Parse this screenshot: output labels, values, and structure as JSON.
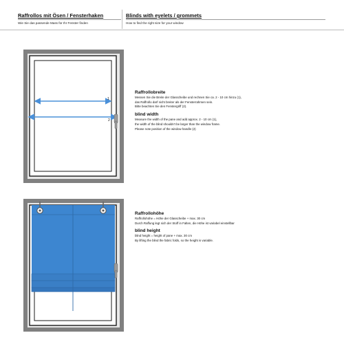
{
  "header": {
    "left_title": "Raffrollos mit Ösen / Fensterhaken",
    "left_subtitle": "Wie Sie das passende Mass für Ihr Fenster finden",
    "right_title": "Blinds with eyelets / grommets",
    "right_subtitle": "How to find the right size for your window"
  },
  "section_width": {
    "de_heading": "Raffrollobreite",
    "de_lines": [
      "Messen Sie die Breite der Glasscheibe und rechnen Sie ca.  2 - 10 cm hinzu (1),",
      "das Raffrollo darf nicht breiter als der Fensterrahmen sein.",
      "Bitte beachten Sie den Fenstergriff (2)."
    ],
    "en_heading": "blind width",
    "en_lines": [
      "Measure the width of the pane  and add approx. 2 - 10 cm (1),",
      "the width of the blind shouldn't be larger than the window frame.",
      "Please note position of the window handle (2)"
    ],
    "marker_1": "1",
    "marker_2": "2"
  },
  "section_height": {
    "de_heading": "Raffrollohöhe",
    "de_lines": [
      "Raffrollohöhe = Höhe der Glasscheibe + max. 30 cm",
      "Durch Raffung legt sich der Stoff in Falten, die Höhe ist variabel einstellbar"
    ],
    "en_heading": "blind height",
    "en_lines": [
      "blind height = height of pane + max. 30 cm",
      "By lifting the blind the fabric folds, so the height is variable."
    ]
  },
  "colors": {
    "frame_outer": "#808080",
    "frame_inner": "#e9e9e9",
    "blind_blue": "#3d86d0",
    "arrow_blue": "#4a90d9",
    "handle_gray": "#9a9a9a"
  }
}
